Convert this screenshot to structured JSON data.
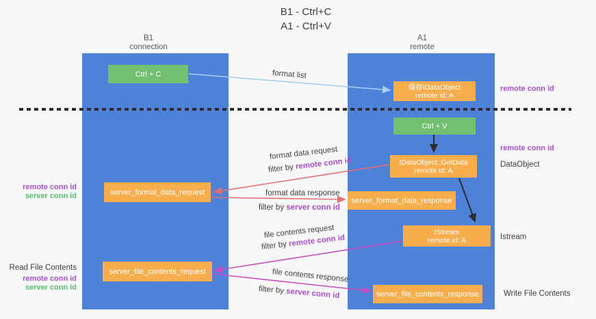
{
  "title": {
    "line1": "B1 - Ctrl+C",
    "line2": "A1 - Ctrl+V"
  },
  "lifelines": {
    "left": {
      "title": "B1",
      "subtitle": "connection"
    },
    "right": {
      "title": "A1",
      "subtitle": "remote"
    }
  },
  "boxes": {
    "ctrl_c": {
      "label": "Ctrl + C"
    },
    "ctrl_v": {
      "label": "Ctrl + V"
    },
    "stored_idataobject": {
      "line1": "保存IDataObject",
      "line2": "remote id: A"
    },
    "idataobject_getdata": {
      "line1": "IDataObject::GetData",
      "line2": "remote id: A"
    },
    "istream": {
      "line1": "IStream",
      "line2": "remote id: A"
    },
    "server_format_data_request": {
      "label": "server_format_data_request"
    },
    "server_format_data_response": {
      "label": "server_format_data_response"
    },
    "server_file_contents_request": {
      "label": "server_file_contents_request"
    },
    "server_file_contents_response": {
      "label": "server_file_contents_response"
    }
  },
  "annotations": {
    "right": {
      "remote_conn_id_top": "remote conn id",
      "remote_conn_id_mid": "remote conn id",
      "dataobject": "DataObject",
      "istream": "Istream",
      "write_file_contents": "Write File Contents"
    },
    "left": {
      "remote_conn_id_format": "remote conn id",
      "server_conn_id_format": "server conn id",
      "read_file_contents": "Read File Contents",
      "remote_conn_id_file": "remote conn id",
      "server_conn_id_file": "server conn id"
    }
  },
  "flow_labels": {
    "format_list": "format list",
    "format_data_request": "format data request",
    "format_data_response": "format data response",
    "file_contents_request": "file contents request",
    "file_contents_response": "file contents response",
    "filter_by": "filter by ",
    "remote_conn_id": "remote conn id",
    "server_conn_id": "server conn id"
  },
  "colors": {
    "column_blue": "#4d82d8",
    "box_green": "#72bf72",
    "box_orange": "#f9ae4e",
    "purple_text": "#a84fc8",
    "green_text": "#57bd69",
    "red_arrow": "#e66e6e",
    "magenta_arrow": "#c74ec0",
    "light_blue_arrow": "#a8cdf0",
    "dark": "#2d2d2d"
  }
}
